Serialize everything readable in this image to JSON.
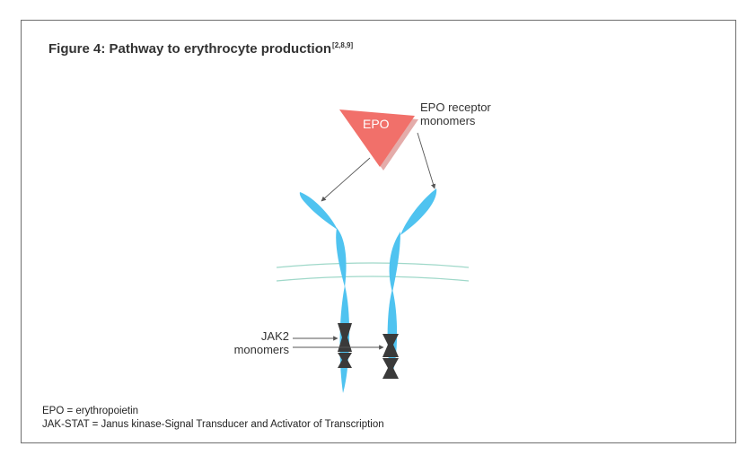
{
  "figure": {
    "title": "Figure 4: Pathway to erythrocyte production",
    "citation": "[2,8,9]"
  },
  "labels": {
    "epo": "EPO",
    "receptor_line1": "EPO receptor",
    "receptor_line2": "monomers",
    "jak2_line1": "JAK2",
    "jak2_line2": "monomers"
  },
  "footnotes": {
    "epo": "EPO = erythropoietin",
    "jak_stat": "JAK-STAT = Janus kinase-Signal Transducer and Activator of Transcription"
  },
  "colors": {
    "epo_triangle": "#f1706a",
    "receptor": "#4fc3f0",
    "jak2": "#3a3a3a",
    "membrane": "#9fd8c9",
    "arrow": "#555555"
  }
}
